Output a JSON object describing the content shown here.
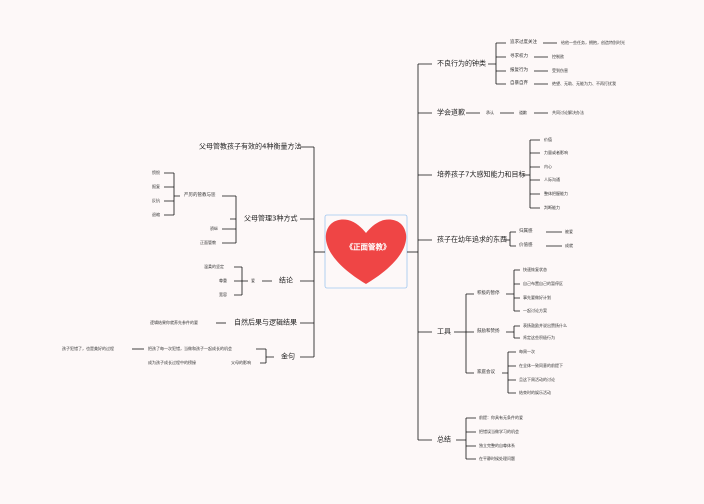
{
  "center": "《正面管教》",
  "colors": {
    "heart": "#ef4545",
    "line": "#111111",
    "frame": "#9ec6ef"
  },
  "right": {
    "misbehavior": {
      "title": "不良行为的钟类",
      "items": [
        {
          "k": "追求过度关注",
          "v": "给他一些任务，拥抱，创造特别时光"
        },
        {
          "k": "寻求权力",
          "v": "控制欲"
        },
        {
          "k": "报复行为",
          "v": "受到伤害"
        },
        {
          "k": "自暴自弃",
          "v": "绝望、无助、无能为力、不再打扰我"
        }
      ]
    },
    "learn": {
      "title": "学会道歉",
      "a": "承认",
      "b": "道歉",
      "c": "共同讨论解决办法"
    },
    "abilities": {
      "title": "培养孩子7大感知能力和目标",
      "items": [
        "价值",
        "力量或者影响",
        "内心",
        "人际沟通",
        "整体把握能力",
        "判断能力"
      ]
    },
    "seek": {
      "title": "孩子在幼年追求的东西",
      "items": [
        {
          "k": "归属感",
          "v": "被爱"
        },
        {
          "k": "价值感",
          "v": "成就"
        }
      ]
    },
    "tools": {
      "title": "工具",
      "g1": {
        "name": "积极的暂停",
        "items": [
          "快速恢复状态",
          "自己布置自己的暂停区",
          "事先要做好计划",
          "一起讨论方案"
        ]
      },
      "g2": {
        "name": "鼓励和赞扬",
        "items": [
          "表扬鼓励并说出赞扬什么",
          "肯定这些积极行为"
        ]
      },
      "g3": {
        "name": "家庭会议",
        "items": [
          "每周一次",
          "在全体一致同意的前提下",
          "且这下周活动的讨论",
          "结束时的娱乐活动"
        ]
      }
    },
    "summary": {
      "title": "总结",
      "items": [
        "前提：你具有无条件的爱",
        "把错误当做学习的机会",
        "独立完整的自尊体系",
        "在平静时候处理问题"
      ]
    }
  },
  "left": {
    "fourWays": {
      "title": "父母管教孩子有效的4种衡量方法"
    },
    "threeWays": {
      "title": "父母管理3种方式",
      "strict": "严厉的管教与惩",
      "strictItems": [
        "愤恨",
        "报复",
        "反抗",
        "退缩"
      ],
      "b": "骄纵",
      "c": "正面管教"
    },
    "conclusion": {
      "title": "结论",
      "mid": "爱",
      "items": [
        "温柔的坚定",
        "尊重",
        "宽容"
      ]
    },
    "natural": {
      "title": "自然后果与逻辑结果",
      "text": "逻辑结果你就养先参件的要"
    },
    "quote": {
      "title": "金句",
      "a1": "孩子犯错了，也是美好的过程",
      "a2": "把孩了每一次犯错，当做和孩子一起成长的机会",
      "b1": "成为孩子成长过程中的榜掾",
      "b2": "父母的影响"
    }
  }
}
